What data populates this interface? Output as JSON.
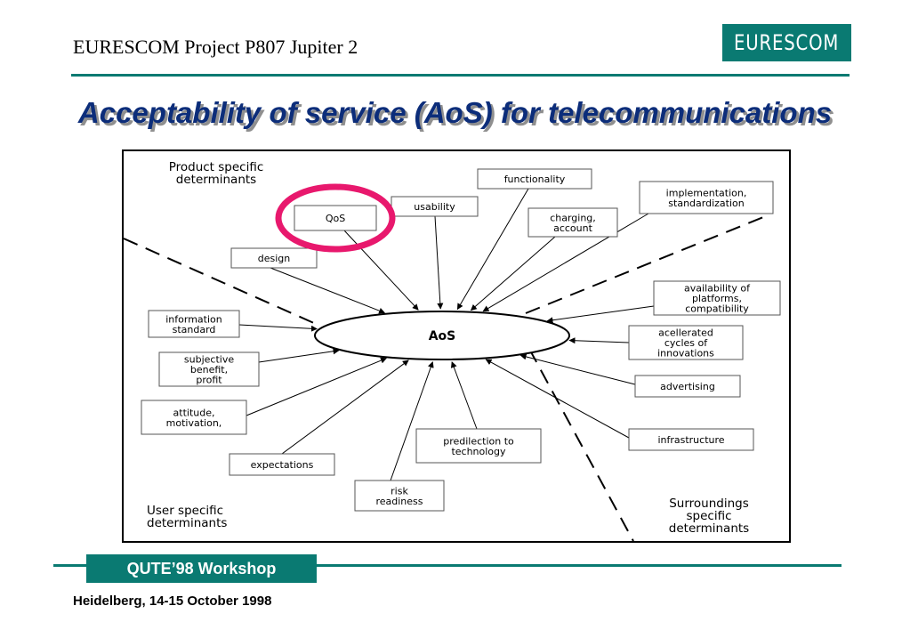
{
  "header": {
    "title": "EURESCOM Project P807 Jupiter 2",
    "logo_text": "EURESCOM"
  },
  "slide": {
    "title": "Acceptability of service (AoS) for telecommunications"
  },
  "diagram": {
    "center": "AoS",
    "region_labels": {
      "product": [
        "Product specific",
        "determinants"
      ],
      "user": [
        "User specific",
        "determinants"
      ],
      "surroundings": [
        "Surroundings",
        "specific",
        "determinants"
      ]
    },
    "highlight_color": "#e8186d",
    "nodes": {
      "qos": [
        "QoS"
      ],
      "usability": [
        "usability"
      ],
      "functionality": [
        "functionality"
      ],
      "charging": [
        "charging,",
        "account"
      ],
      "implementation": [
        "implementation,",
        "standardization"
      ],
      "design": [
        "design"
      ],
      "availability": [
        "availability of",
        "platforms,",
        "compatibility"
      ],
      "information": [
        "information",
        "standard"
      ],
      "accelerated": [
        "acellerated",
        "cycles of",
        "innovations"
      ],
      "subjective": [
        "subjective",
        "benefit,",
        "profit"
      ],
      "advertising": [
        "advertising"
      ],
      "attitude": [
        "attitude,",
        "motivation,"
      ],
      "infrastructure": [
        "infrastructure"
      ],
      "predilection": [
        "predilection to",
        "technology"
      ],
      "expectations": [
        "expectations"
      ],
      "risk": [
        "risk",
        "readiness"
      ]
    }
  },
  "footer": {
    "workshop": "QUTE’98 Workshop",
    "location": "Heidelberg, 14-15 October 1998"
  }
}
